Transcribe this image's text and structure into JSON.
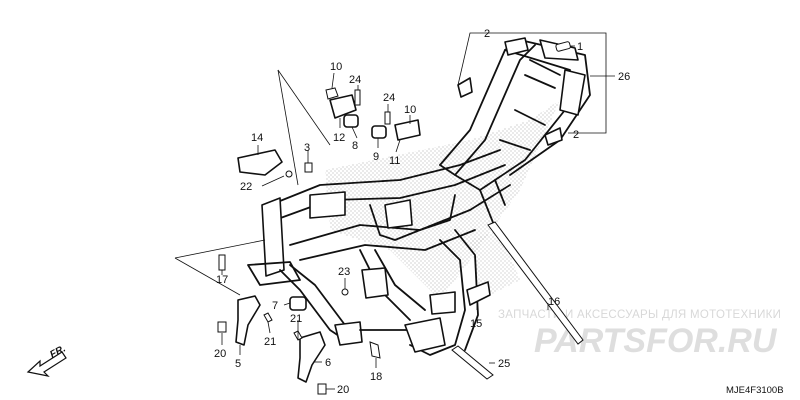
{
  "callouts": {
    "c1": "1",
    "c2a": "2",
    "c2b": "2",
    "c3": "3",
    "c5": "5",
    "c6": "6",
    "c7": "7",
    "c8": "8",
    "c9": "9",
    "c10a": "10",
    "c10b": "10",
    "c11": "11",
    "c12": "12",
    "c14": "14",
    "c15": "15",
    "c16": "16",
    "c17": "17",
    "c18": "18",
    "c20a": "20",
    "c20b": "20",
    "c21a": "21",
    "c21b": "21",
    "c22": "22",
    "c23": "23",
    "c24a": "24",
    "c24b": "24",
    "c25": "25",
    "c26": "26"
  },
  "direction_label": "FR.",
  "diagram_code": "MJE4F3100B",
  "watermark": {
    "tagline": "ЗАПЧАСТИ И АКСЕССУАРЫ ДЛЯ МОТОТЕХНИКИ",
    "logo": "PARTSFOR.RU"
  }
}
